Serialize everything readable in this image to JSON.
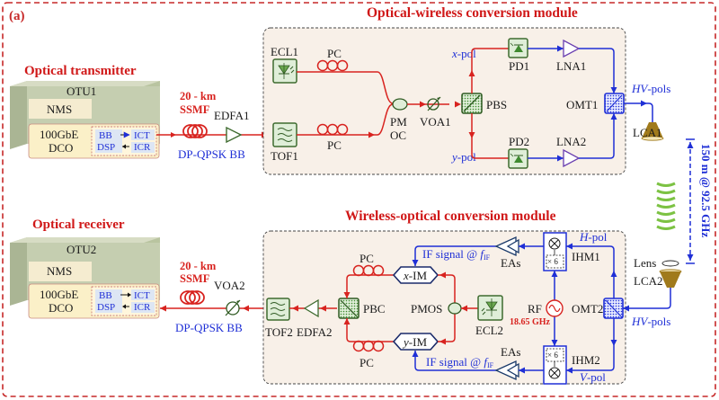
{
  "panel_label": "(a)",
  "colors": {
    "optical_red": "#d8231f",
    "rf_blue": "#1f2fd6",
    "frame_red": "#c62828",
    "module_bg": "#f8f0e8",
    "component_green": "#3e6b2f",
    "otu_green": "#c5ceb0",
    "horn_gold": "#a07a1c",
    "wave_green": "#7cc243"
  },
  "transmitter": {
    "title": "Optical transmitter",
    "unit": "OTU1",
    "nms": "NMS",
    "dco_line1": "100GbE",
    "dco_line2": "DCO",
    "bb": "BB",
    "dsp": "DSP",
    "ict": "ICT",
    "icr": "ICR",
    "fiber_len": "20 - km",
    "fiber_type": "SSMF",
    "amp": "EDFA1",
    "signal": "DP-QPSK BB"
  },
  "ow_module": {
    "title": "Optical-wireless conversion module",
    "ecl": "ECL1",
    "tof": "TOF1",
    "pc_top": "PC",
    "pc_bottom": "PC",
    "pmoc_1": "PM",
    "pmoc_2": "OC",
    "voa": "VOA1",
    "pbs": "PBS",
    "xpol_i": "x",
    "xpol": "-pol",
    "ypol_i": "y",
    "ypol": "-pol",
    "pd1": "PD1",
    "pd2": "PD2",
    "lna1": "LNA1",
    "lna2": "LNA2",
    "omt": "OMT1",
    "hv_i": "HV",
    "hv": "-pols",
    "lca": "LCA1"
  },
  "wireless_link": {
    "distance": "150 m @ 92.5 GHz",
    "lens": "Lens",
    "lca2": "LCA2"
  },
  "receiver": {
    "title": "Optical receiver",
    "unit": "OTU2",
    "nms": "NMS",
    "dco_line1": "100GbE",
    "dco_line2": "DCO",
    "bb": "BB",
    "dsp": "DSP",
    "ict": "ICT",
    "icr": "ICR",
    "fiber_len": "20 - km",
    "fiber_type": "SSMF",
    "voa": "VOA2",
    "signal": "DP-QPSK BB"
  },
  "wo_module": {
    "title": "Wireless-optical conversion module",
    "tof": "TOF2",
    "edfa": "EDFA2",
    "pbc": "PBC",
    "pc_top": "PC",
    "pc_bottom": "PC",
    "xim_i": "x",
    "xim": "-IM",
    "yim_i": "y",
    "yim": "-IM",
    "pmos": "PMOS",
    "ecl": "ECL2",
    "if_top": "IF signal @ ",
    "if_bottom": "IF signal @ ",
    "f_if": "f",
    "f_if_sub": "IF",
    "eas_top": "EAs",
    "eas_bottom": "EAs",
    "ihm1": "IHM1",
    "ihm2": "IHM2",
    "mult": "× 6",
    "rf": "RF",
    "rf_freq": "18.65 GHz",
    "omt": "OMT2",
    "hpol_i": "H",
    "hpol": "-pol",
    "vpol_i": "V",
    "vpol": "-pol",
    "hv_i": "HV",
    "hv": "-pols"
  }
}
